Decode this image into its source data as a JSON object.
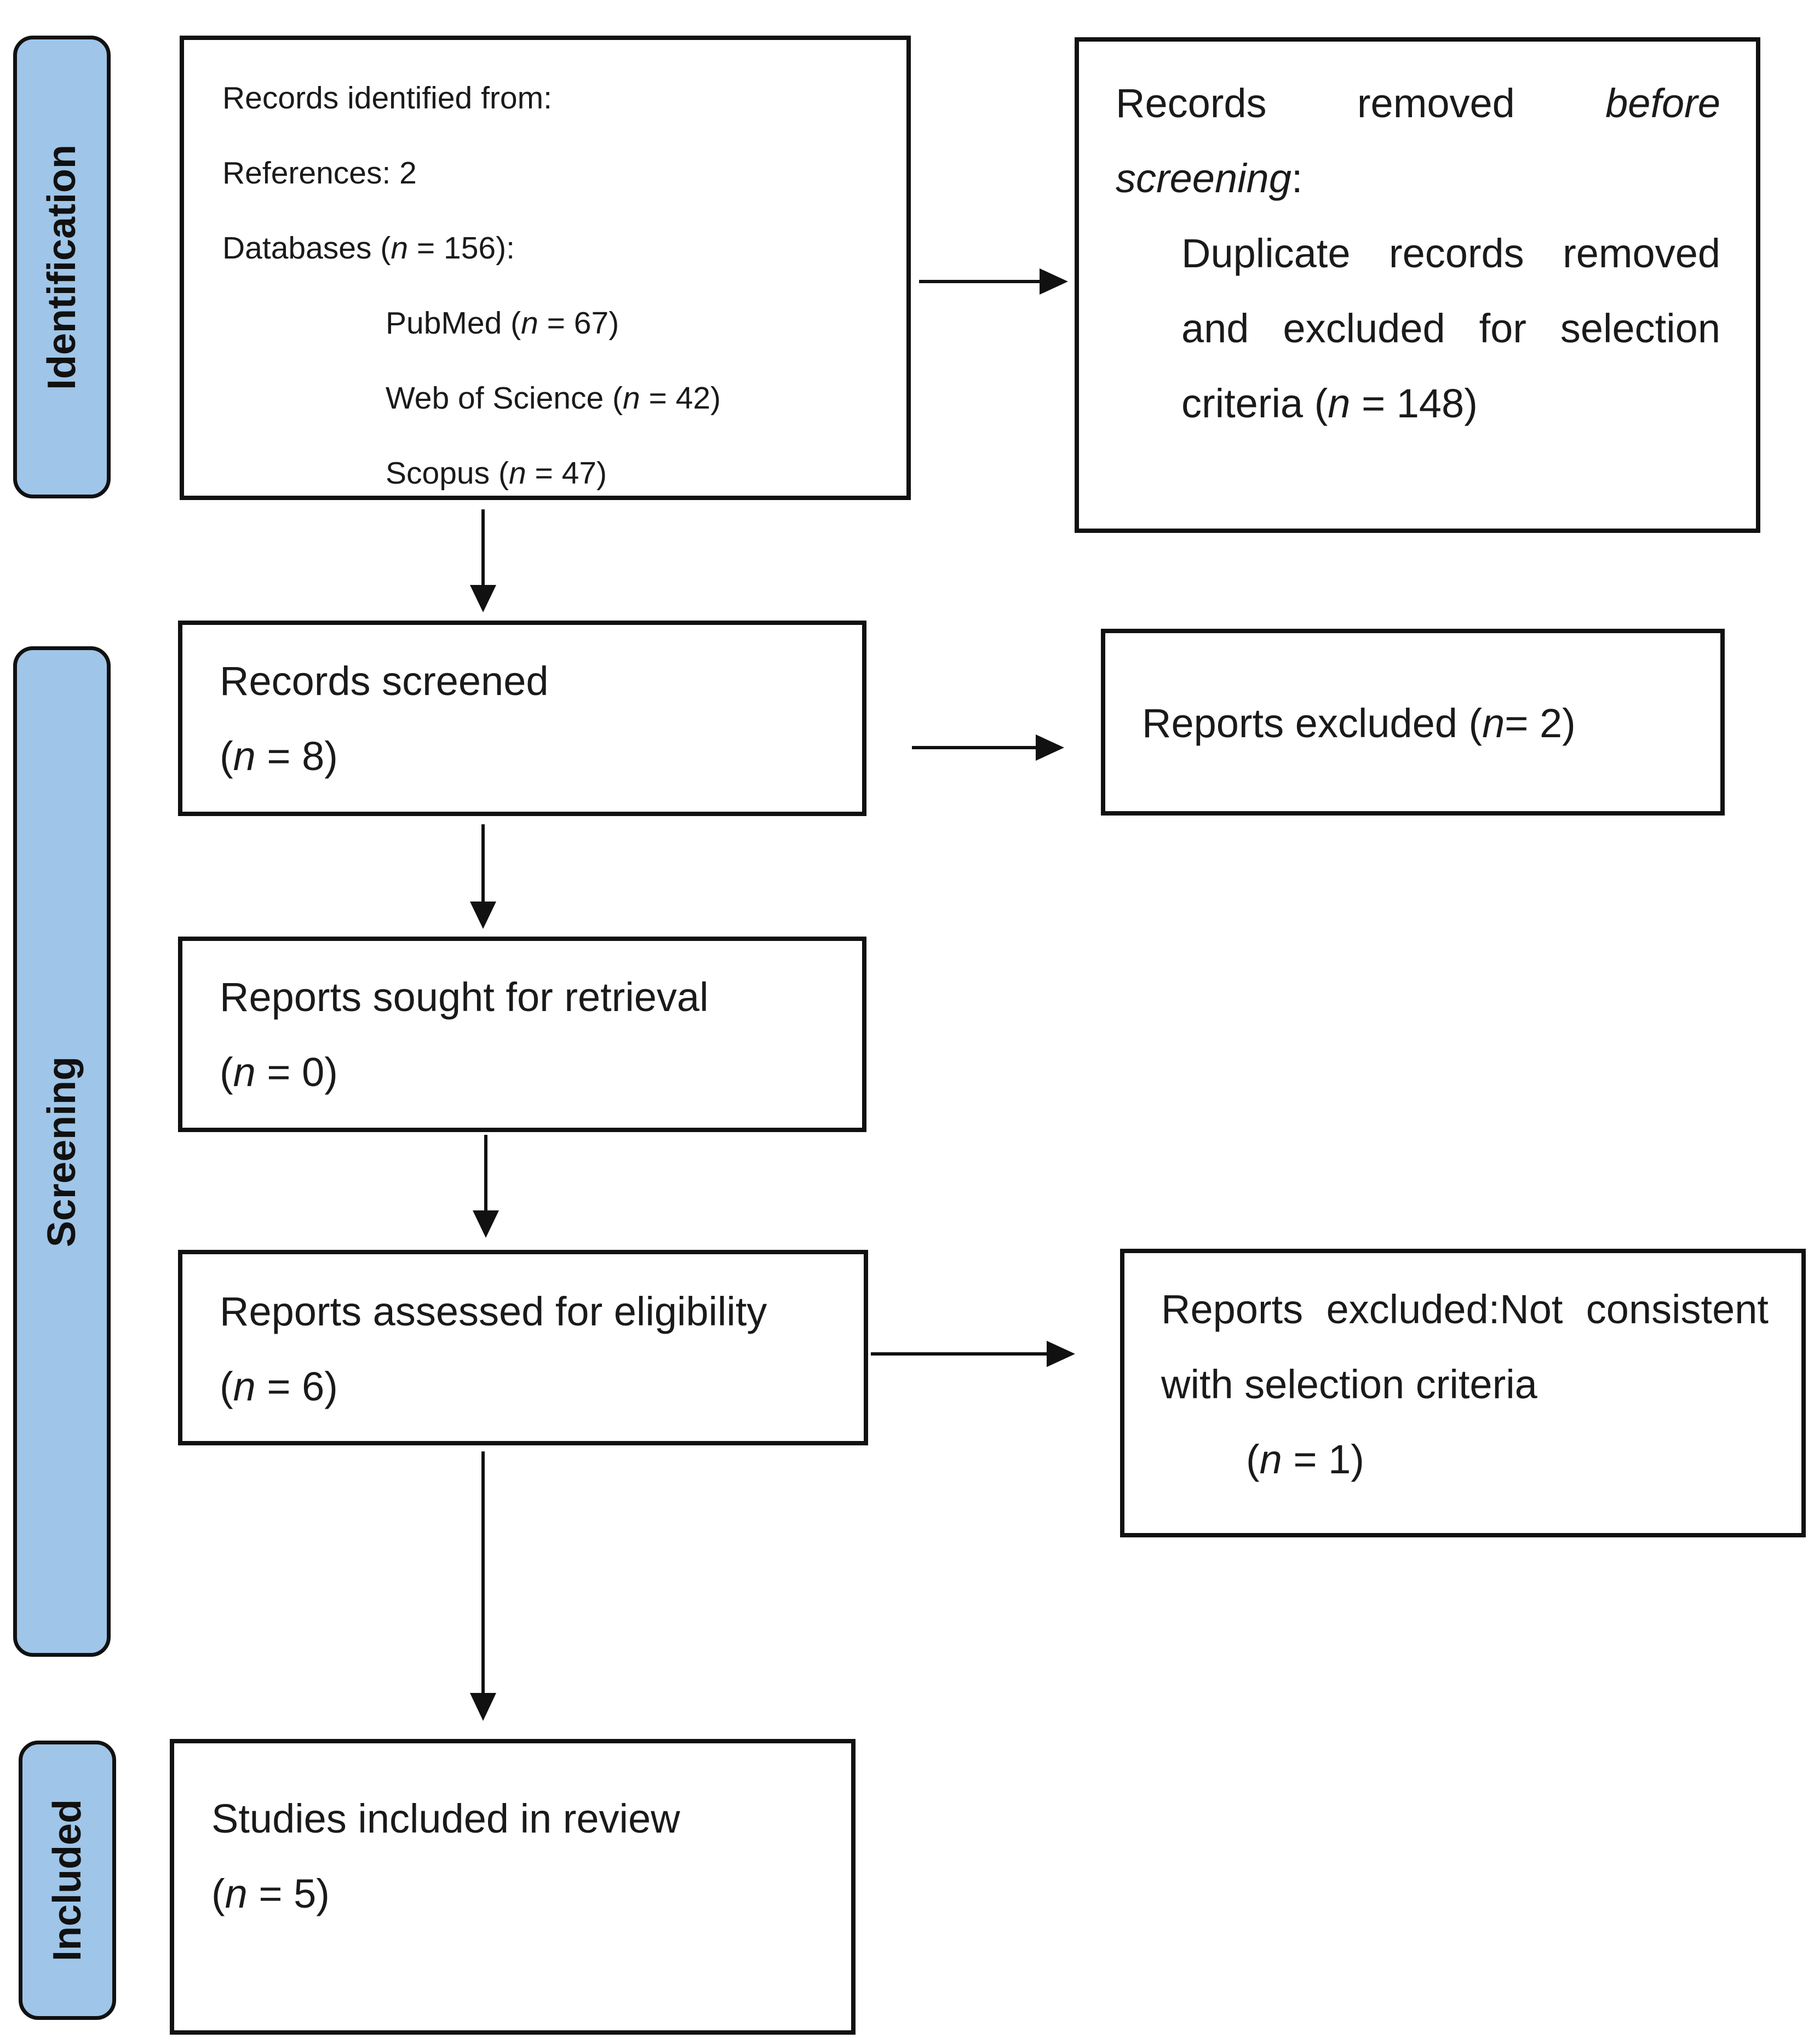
{
  "stages": {
    "identification": "Identification",
    "screening": "Screening",
    "included": "Included"
  },
  "identified": {
    "title": "Records identified from:",
    "references": "References: 2",
    "databases_pre": "Databases (",
    "databases_n": "n",
    "databases_post": " = 156):",
    "pubmed_pre": "PubMed (",
    "pubmed_n": "n",
    "pubmed_post": " = 67)",
    "wos_pre": "Web of Science (",
    "wos_n": "n",
    "wos_post": " = 42)",
    "scopus_pre": "Scopus (",
    "scopus_n": "n",
    "scopus_post": " = 47)"
  },
  "removed": {
    "w1": "Records",
    "w2": "removed",
    "w3": "before",
    "w4": "screening",
    "colon": ":",
    "l3_1": "Duplicate",
    "l3_2": "records",
    "l3_3": "removed",
    "l4_1": "and",
    "l4_2": "excluded",
    "l4_3": "for",
    "l4_4": "selection",
    "l5_pre": "criteria (",
    "l5_n": "n",
    "l5_post": " = 148)"
  },
  "screened": {
    "label": "Records screened",
    "n_pre": "(",
    "n": "n",
    "n_post": " = 8)"
  },
  "excluded1": {
    "pre": "Reports excluded (",
    "n": "n",
    "post": "= 2)"
  },
  "sought": {
    "label": "Reports sought for retrieval",
    "n_pre": "(",
    "n": "n",
    "n_post": " = 0)"
  },
  "assessed": {
    "label": "Reports assessed for eligibility",
    "n_pre": "(",
    "n": "n",
    "n_post": " = 6)"
  },
  "excluded2": {
    "w1": "Reports",
    "w2": "excluded:Not",
    "w3": "consistent",
    "line2": "with selection criteria",
    "n_pre": "(",
    "n": "n",
    "n_post": " = 1)"
  },
  "included": {
    "label": "Studies included in review",
    "n_pre": "(",
    "n": "n",
    "n_post": " = 5)"
  }
}
